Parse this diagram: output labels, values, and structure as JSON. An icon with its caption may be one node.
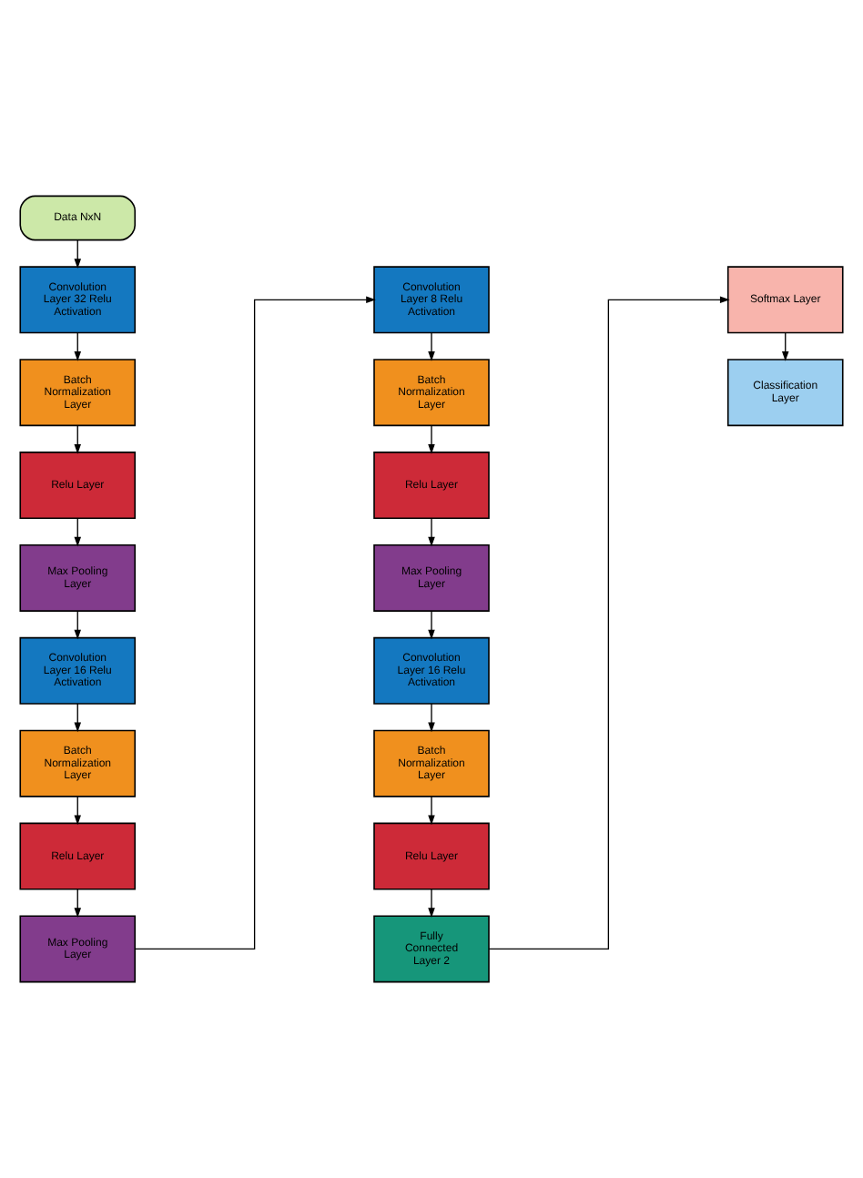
{
  "diagram": {
    "nodes": [
      {
        "text": [
          "Data NxN"
        ]
      },
      {
        "text": [
          "Convolution Layer 32 Relu Activation"
        ]
      },
      {
        "text": [
          "Batch Normalization Layer"
        ]
      },
      {
        "text": [
          "Relu Layer"
        ]
      },
      {
        "text": [
          "Max Pooling Layer"
        ]
      },
      {
        "text": [
          "Convolution Layer 16 Relu Activation"
        ]
      },
      {
        "text": [
          "Batch Normalization Layer"
        ]
      },
      {
        "text": [
          "Relu Layer"
        ]
      },
      {
        "text": [
          "Max Pooling Layer"
        ]
      },
      {
        "text": [
          "Convolution Layer 8 Relu Activation"
        ]
      },
      {
        "text": [
          "Batch Normalization Layer"
        ]
      },
      {
        "text": [
          "Relu Layer"
        ]
      },
      {
        "text": [
          "Max Pooling Layer"
        ]
      },
      {
        "text": [
          "Convolution Layer 16 Relu Activation"
        ]
      },
      {
        "text": [
          "Batch Normalization Layer"
        ]
      },
      {
        "text": [
          "Relu Layer"
        ]
      },
      {
        "text": [
          "Fully Connected Layer 2"
        ]
      },
      {
        "text": [
          "Softmax Layer"
        ]
      },
      {
        "text": [
          "Classification Layer"
        ]
      }
    ],
    "edges": [
      {
        "from": 0,
        "to": 1,
        "arrow": "to"
      },
      {
        "from": 1,
        "to": 2,
        "arrow": "to"
      },
      {
        "from": 2,
        "to": 3,
        "arrow": "to"
      },
      {
        "from": 3,
        "to": 4,
        "arrow": "to"
      },
      {
        "from": 4,
        "to": 5,
        "arrow": "to"
      },
      {
        "from": 5,
        "to": 6,
        "arrow": "to"
      },
      {
        "from": 6,
        "to": 7,
        "arrow": "to"
      },
      {
        "from": 7,
        "to": 8,
        "arrow": "to"
      },
      {
        "from": 8,
        "to": 9,
        "arrow": "to"
      },
      {
        "from": 9,
        "to": 10,
        "arrow": "to"
      },
      {
        "from": 10,
        "to": 11,
        "arrow": "to"
      },
      {
        "from": 11,
        "to": 12,
        "arrow": "to"
      },
      {
        "from": 12,
        "to": 13,
        "arrow": "to"
      },
      {
        "from": 13,
        "to": 14,
        "arrow": "to"
      },
      {
        "from": 14,
        "to": 15,
        "arrow": "to"
      },
      {
        "from": 15,
        "to": 16,
        "arrow": "to"
      },
      {
        "from": 16,
        "to": 17,
        "arrow": "to"
      },
      {
        "from": 17,
        "to": 18,
        "arrow": "to"
      }
    ]
  }
}
